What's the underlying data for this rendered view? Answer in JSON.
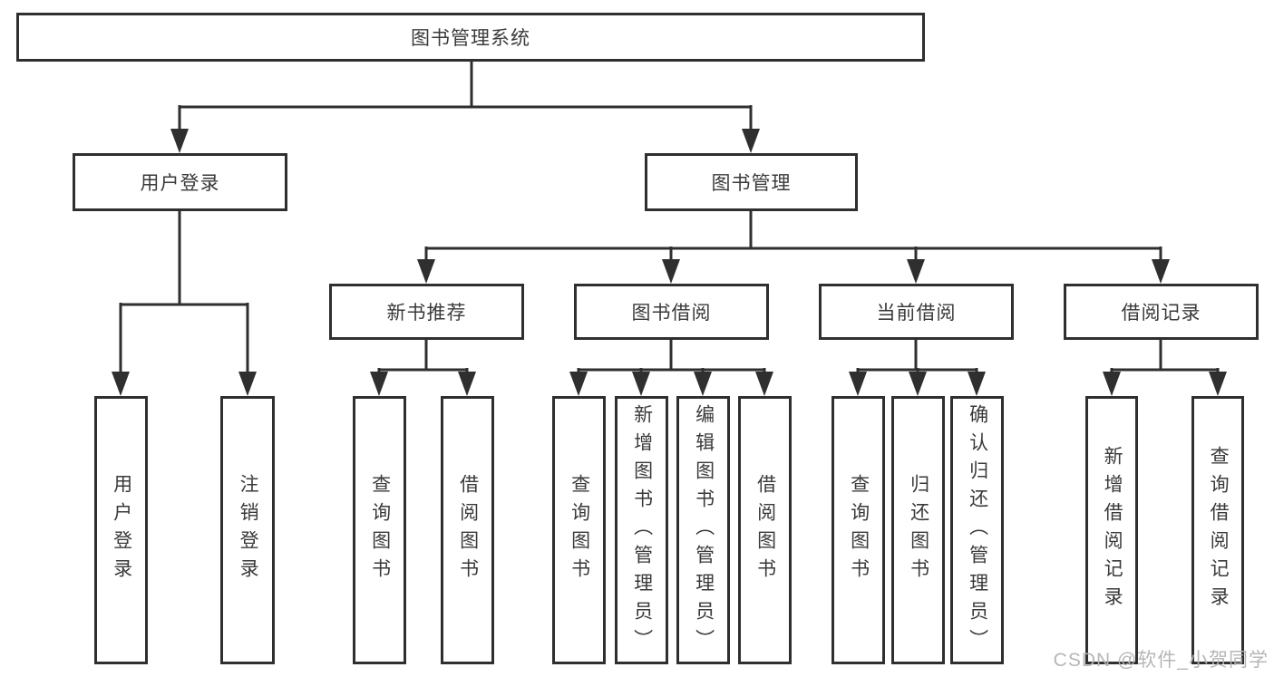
{
  "tree": {
    "root": {
      "label": "图书管理系统",
      "children": [
        {
          "label": "用户登录",
          "children": [
            {
              "label": "用户登录"
            },
            {
              "label": "注销登录"
            }
          ]
        },
        {
          "label": "图书管理",
          "children": [
            {
              "label": "新书推荐",
              "children": [
                {
                  "label": "查询图书"
                },
                {
                  "label": "借阅图书"
                }
              ]
            },
            {
              "label": "图书借阅",
              "children": [
                {
                  "label": "查询图书"
                },
                {
                  "label": "新增图书（管理员）"
                },
                {
                  "label": "编辑图书（管理员）"
                },
                {
                  "label": "借阅图书"
                }
              ]
            },
            {
              "label": "当前借阅",
              "children": [
                {
                  "label": "查询图书"
                },
                {
                  "label": "归还图书"
                },
                {
                  "label": "确认归还（管理员）"
                }
              ]
            },
            {
              "label": "借阅记录",
              "children": [
                {
                  "label": "新增借阅记录"
                },
                {
                  "label": "查询借阅记录"
                }
              ]
            }
          ]
        }
      ]
    }
  },
  "watermark": {
    "text": "CSDN @软件_小贺同学"
  },
  "colors": {
    "line": "#2f2f2f",
    "box_border": "#2f2f2f",
    "text": "#3a3a3a",
    "watermark": "#b3b3b3",
    "background": "#ffffff"
  }
}
